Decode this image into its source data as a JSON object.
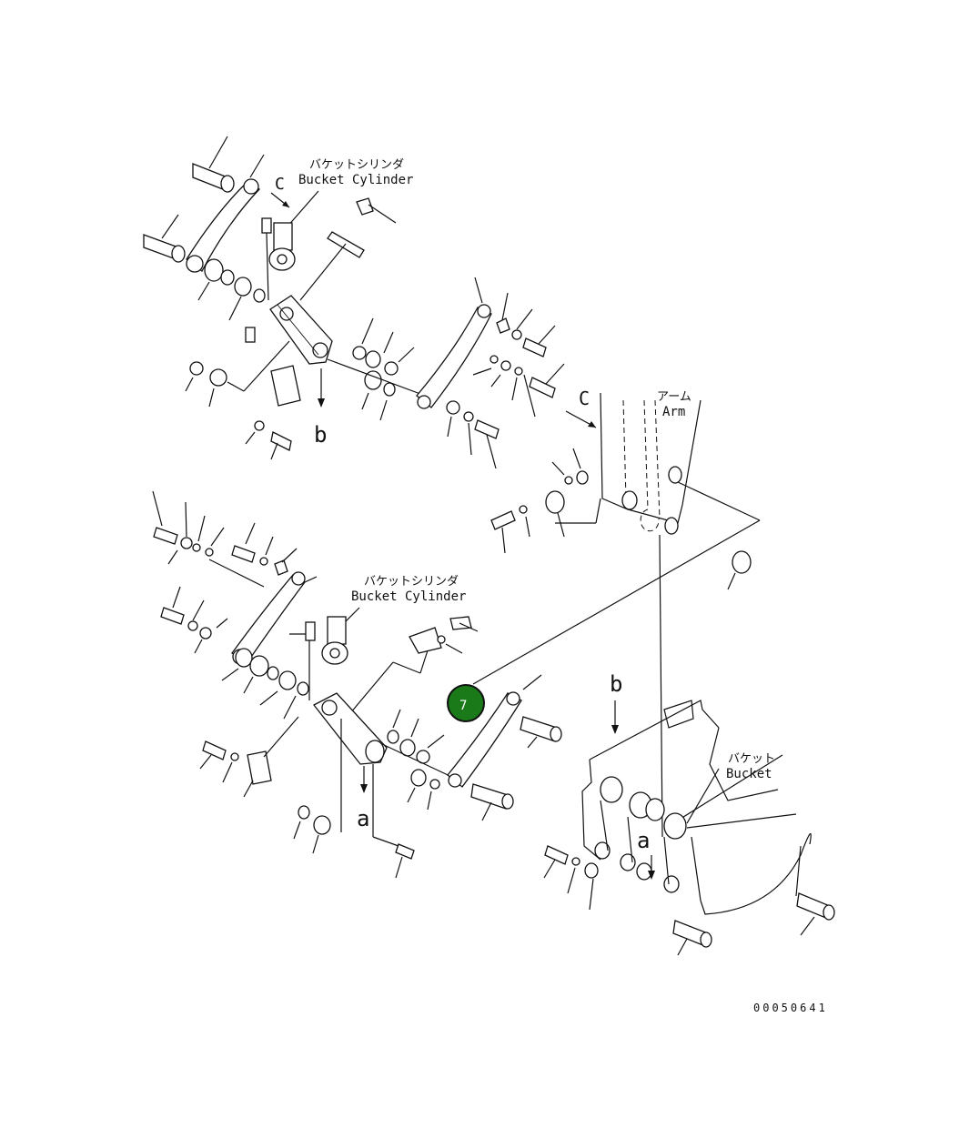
{
  "labels": {
    "bucket_cylinder_jp": "バケットシリンダ",
    "bucket_cylinder_en": "Bucket Cylinder",
    "arm_jp": "アーム",
    "arm_en": "Arm",
    "bucket_jp": "バケット",
    "bucket_en": "Bucket",
    "view_c": "C",
    "view_b": "b",
    "view_a": "a",
    "drawing_number": "00050641"
  },
  "callouts": [
    {
      "number": "7",
      "color": "#1a7a1a",
      "text_color": "#ffffff"
    }
  ]
}
